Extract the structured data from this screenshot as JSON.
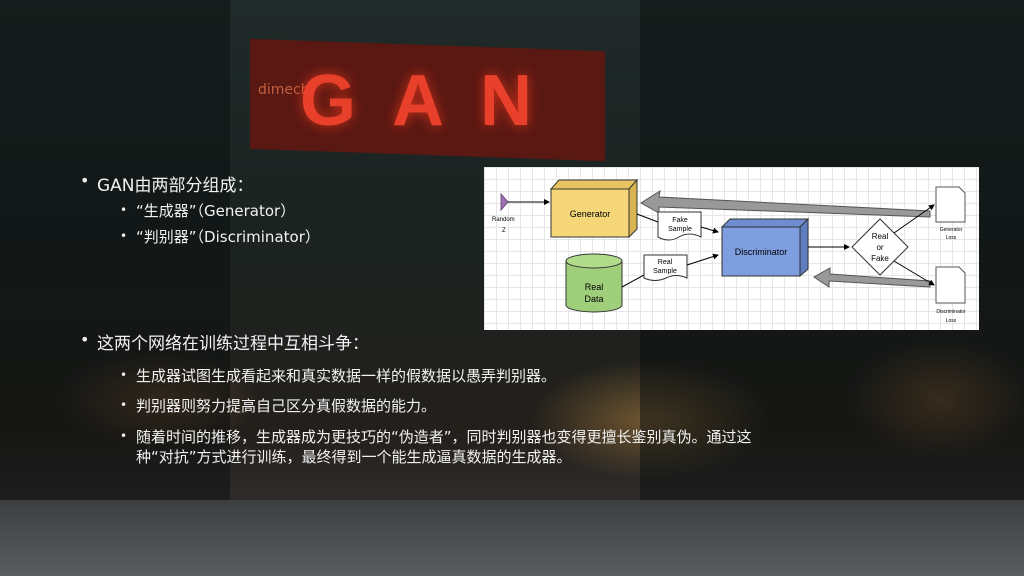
{
  "background": {
    "sign_text": "GAN",
    "sign_small": "dimech"
  },
  "bullets": {
    "main1": "GAN由两部分组成：",
    "sub1": "“生成器”（Generator）",
    "sub2": "“判别器”（Discriminator）",
    "main2": "这两个网络在训练过程中互相斗争：",
    "points": [
      "生成器试图生成看起来和真实数据一样的假数据以愚弄判别器。",
      "判别器则努力提高自己区分真假数据的能力。",
      "随着时间的推移，生成器成为更技巧的“伪造者”，同时判别器也变得更擅长鉴别真伪。通过这",
      "种“对抗”方式进行训练，最终得到一个能生成逼真数据的生成器。"
    ]
  },
  "diagram": {
    "random": "Random",
    "z": "Z",
    "generator": "Generator",
    "discriminator": "Discriminator",
    "fake1": "Fake",
    "fake2": "Sample",
    "real1": "Real",
    "real2": "Sample",
    "data1": "Real",
    "data2": "Data",
    "rf1": "Real",
    "rf2": "or",
    "rf3": "Fake",
    "gen_loss1": "Generator",
    "gen_loss2": "Loss",
    "dis_loss1": "Discriminator",
    "dis_loss2": "Loss",
    "colors": {
      "generator": "#f5d77a",
      "discriminator": "#7e9ee0",
      "data": "#9fcf7a"
    }
  }
}
